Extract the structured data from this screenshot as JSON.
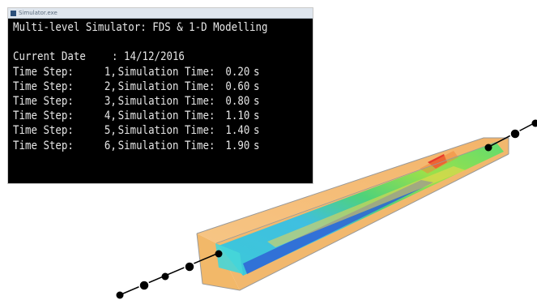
{
  "console": {
    "window_title": "Simulator.exe",
    "heading": "Multi-level Simulator: FDS & 1-D Modelling",
    "date_label": "Current Date",
    "date_separator": ": 14/12/2016",
    "step_label": "Time Step:",
    "sim_label": "Simulation Time:",
    "unit": "s",
    "rows": [
      {
        "step": "1,",
        "time": "0.20"
      },
      {
        "step": "2,",
        "time": "0.60"
      },
      {
        "step": "3,",
        "time": "0.80"
      },
      {
        "step": "4,",
        "time": "1.10"
      },
      {
        "step": "5,",
        "time": "1.40"
      },
      {
        "step": "6,",
        "time": "1.90"
      }
    ]
  },
  "scene": {
    "description_colors": {
      "duct_wall": "#f3b567",
      "hot_spot": "#e8392b",
      "cold_flow": "#2f63d6",
      "mid_flow": "#3fd96a",
      "node": "#000000"
    }
  }
}
